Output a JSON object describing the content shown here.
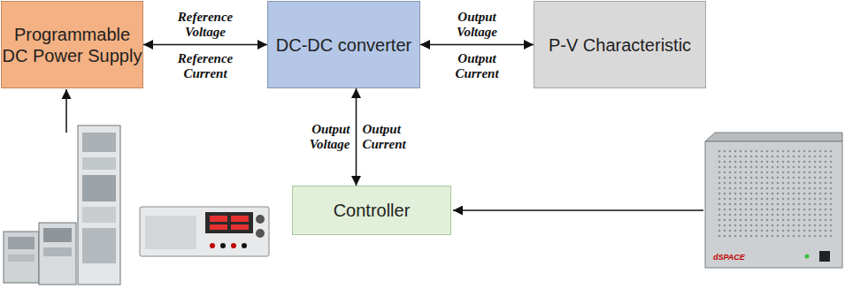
{
  "diagram": {
    "nodes": [
      {
        "text": [
          "Programmable DC Power Supply"
        ]
      },
      {
        "text": [
          "DC-DC converter"
        ]
      },
      {
        "text": [
          "P-V Characteristic"
        ]
      },
      {
        "text": [
          "Controller"
        ]
      }
    ],
    "edges": [
      {
        "from": 0,
        "to": 1,
        "arrow": "both",
        "label": "Reference Voltage"
      },
      {
        "from": 1,
        "to": 2,
        "arrow": "both",
        "label": "Output Voltage"
      },
      {
        "from": 1,
        "to": 3,
        "arrow": "both",
        "label": "Output Voltage"
      }
    ],
    "labels": [
      "Reference Current",
      "Output Current",
      "Output Current",
      "dSPACE"
    ]
  }
}
